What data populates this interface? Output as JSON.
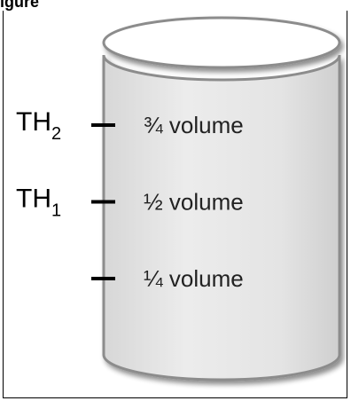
{
  "figure": {
    "top_fragment": "igure"
  },
  "thresholds": [
    {
      "id": "TH2",
      "base": "TH",
      "sub": "2"
    },
    {
      "id": "TH1",
      "base": "TH",
      "sub": "1"
    }
  ],
  "levels": [
    {
      "label": "¾ volume",
      "fraction": 0.75,
      "threshold": "TH2"
    },
    {
      "label": "½ volume",
      "fraction": 0.5,
      "threshold": "TH1"
    },
    {
      "label": "¼ volume",
      "fraction": 0.25,
      "threshold": null
    }
  ],
  "colors": {
    "cylinder_body": "#e6e6e6",
    "cylinder_edge": "#8c8c8c",
    "tick": "#000000"
  }
}
